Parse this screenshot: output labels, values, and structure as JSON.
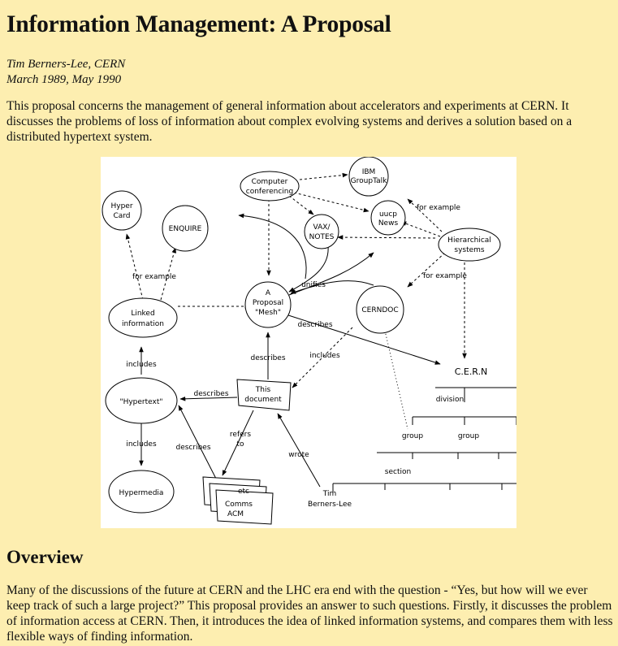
{
  "document": {
    "title": "Information Management: A Proposal",
    "author": "Tim Berners-Lee, CERN",
    "dates": "March 1989, May 1990",
    "intro": "This proposal concerns the management of general information about accelerators and experiments at CERN. It discusses the problems of loss of information about complex evolving systems and derives a solution based on a distributed hypertext system."
  },
  "diagram": {
    "nodes": {
      "computer_conferencing_1": "Computer",
      "computer_conferencing_2": "conferencing",
      "ibm_1": "IBM",
      "ibm_2": "GroupTalk",
      "hypercard_1": "Hyper",
      "hypercard_2": "Card",
      "enquire": "ENQUIRE",
      "vax_1": "VAX/",
      "vax_2": "NOTES",
      "uucp_1": "uucp",
      "uucp_2": "News",
      "hierarchical_1": "Hierarchical",
      "hierarchical_2": "systems",
      "proposal_1": "A",
      "proposal_2": "Proposal",
      "proposal_3": "\"Mesh\"",
      "cerndoc": "CERNDOC",
      "linked_1": "Linked",
      "linked_2": "information",
      "hypertext": "\"Hypertext\"",
      "hypermedia": "Hypermedia",
      "this_doc_1": "This",
      "this_doc_2": "document",
      "stack_1": "etc",
      "stack_2": "Comms",
      "stack_3": "ACM",
      "cern": "C.E.R.N",
      "division": "division",
      "group_a": "group",
      "group_b": "group",
      "section": "section",
      "tim_1": "Tim",
      "tim_2": "Berners-Lee"
    },
    "edges": {
      "for_example_1": "for example",
      "for_example_2": "for example",
      "for_example_3": "for example",
      "unifies": "unifies",
      "describes_1": "describes",
      "describes_2": "describes",
      "describes_3": "describes",
      "describes_4": "describes",
      "includes_1": "includes",
      "includes_2": "includes",
      "includes_3": "includes",
      "refers_1": "refers",
      "refers_2": "to",
      "wrote": "wrote"
    }
  },
  "overview": {
    "heading": "Overview",
    "text": "Many of the discussions of the future at CERN and the LHC era end with the question - “Yes, but how will we ever keep track of such a large project?” This proposal provides an answer to such questions. Firstly, it discusses the problem of information access at CERN. Then, it introduces the idea of linked information systems, and compares them with less flexible ways of finding information."
  }
}
